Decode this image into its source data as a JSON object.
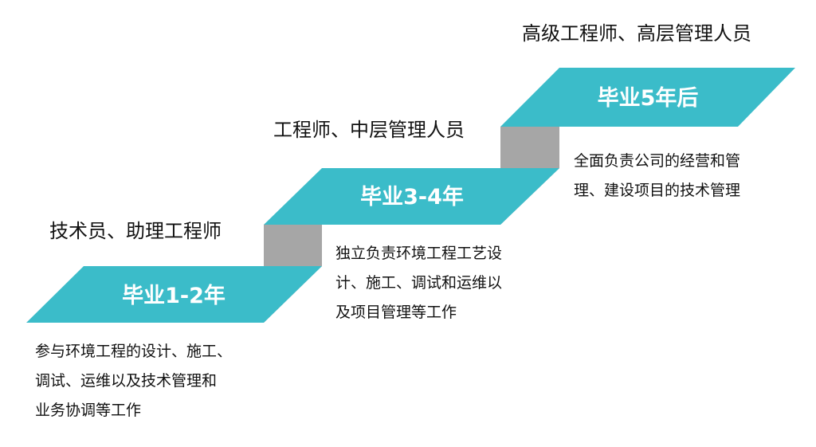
{
  "colors": {
    "step_fill": "#3bbcc9",
    "riser_fill": "#a6a6a6",
    "label_text": "#ffffff",
    "body_text": "#111111"
  },
  "stages": [
    {
      "label": "毕业1-2年",
      "role": "技术员、助理工程师",
      "description": [
        "参与环境工程的设计、施工、",
        "调试、运维以及技术管理和",
        "业务协调等工作"
      ]
    },
    {
      "label": "毕业3-4年",
      "role": "工程师、中层管理人员",
      "description": [
        "独立负责环境工程工艺设",
        "计、施工、调试和运维以",
        "及项目管理等工作"
      ]
    },
    {
      "label": "毕业5年后",
      "role": "高级工程师、高层管理人员",
      "description": [
        "全面负责公司的经营和管",
        "理、建设项目的技术管理"
      ]
    }
  ]
}
